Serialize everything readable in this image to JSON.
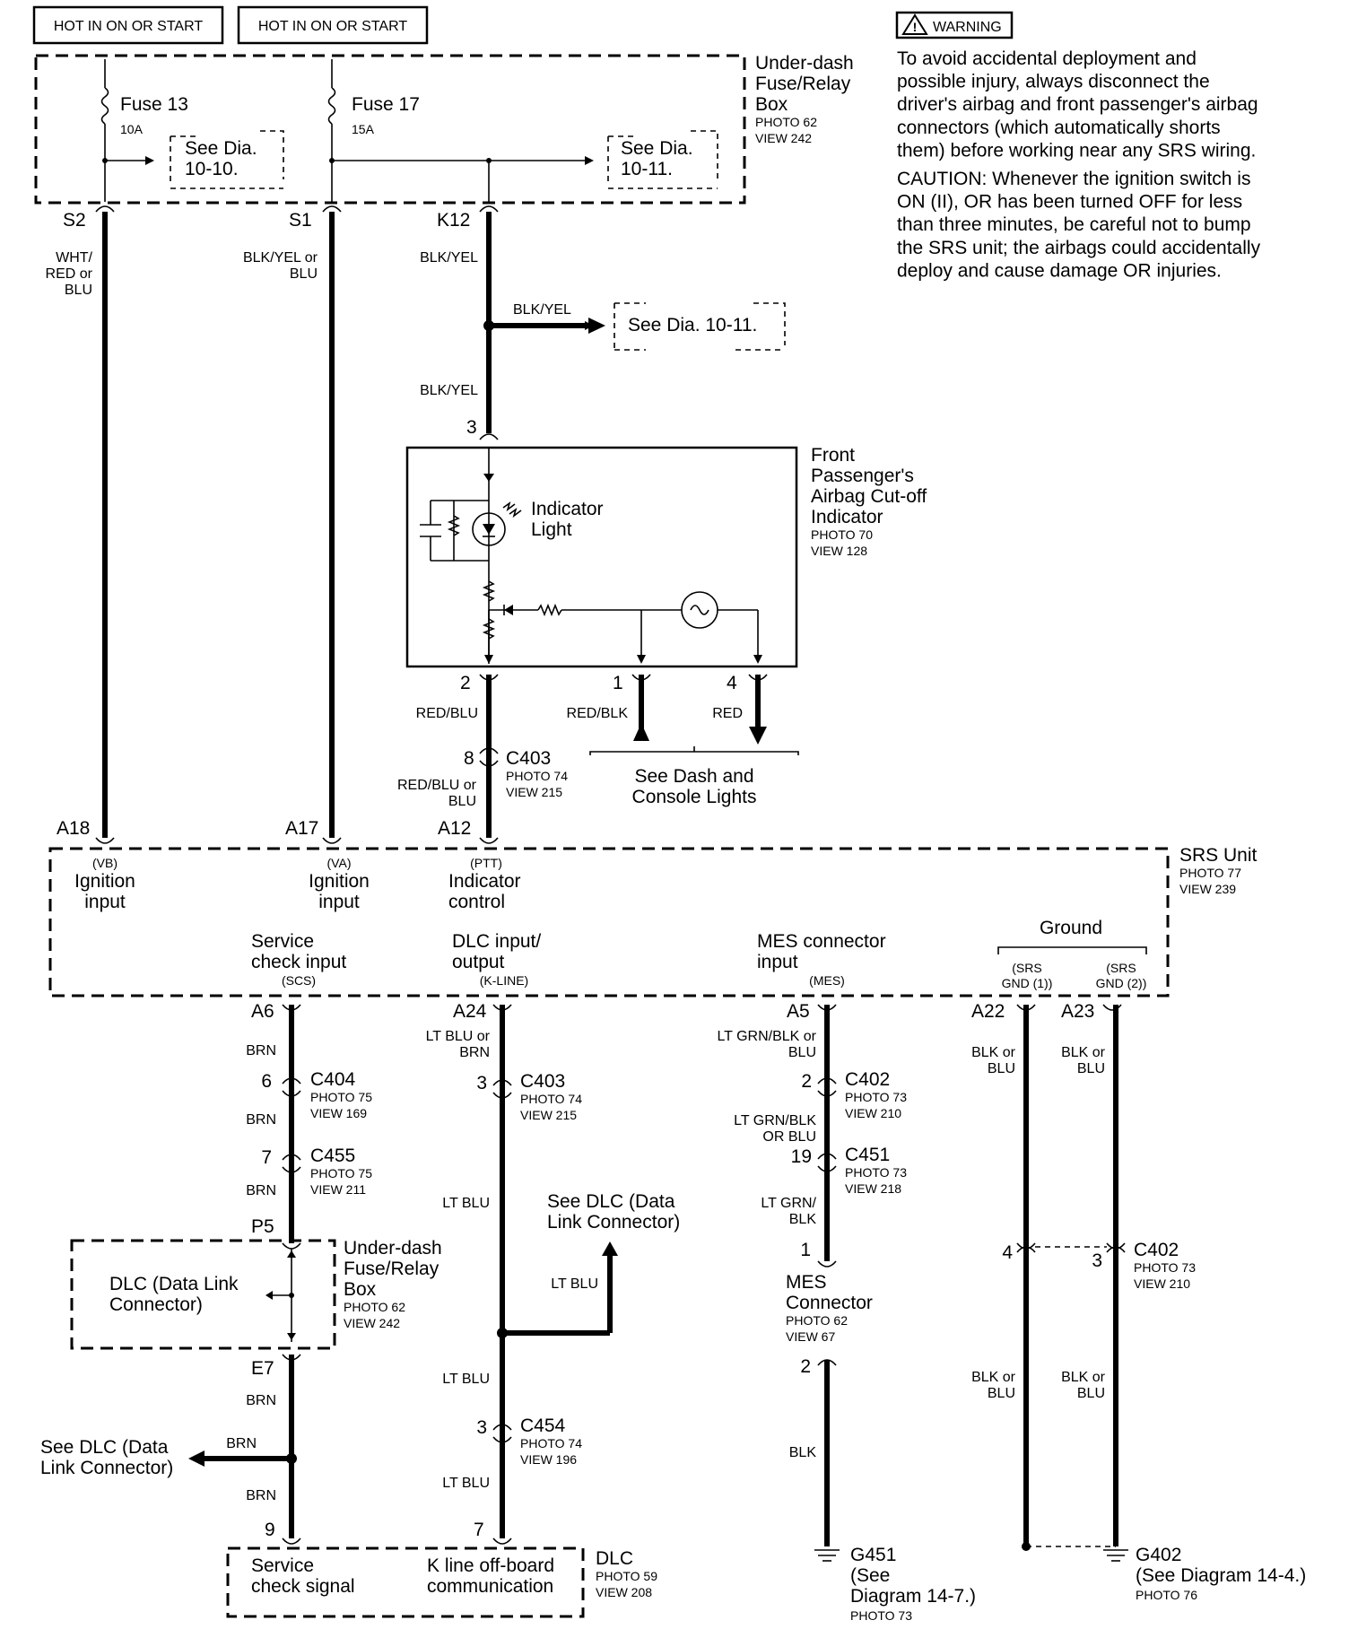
{
  "header": {
    "hot1": "HOT IN ON OR START",
    "hot2": "HOT IN ON OR START"
  },
  "warning": {
    "badge": "WARNING",
    "lines": [
      "To avoid accidental deployment and",
      "possible injury, always disconnect the",
      "driver's airbag and front passenger's airbag",
      "connectors (which automatically shorts",
      "them) before working near any SRS wiring."
    ],
    "caution": [
      "CAUTION: Whenever the ignition switch is",
      "ON (II), OR has been turned OFF for less",
      "than three minutes, be careful not to bump",
      "the SRS unit; the airbags could accidentally",
      "deploy and cause damage OR injuries."
    ]
  },
  "fusebox": {
    "name1": "Under-dash",
    "name2": "Fuse/Relay",
    "name3": "Box",
    "photo": "PHOTO 62",
    "view": "VIEW 242",
    "fuse13": "Fuse 13",
    "fuse13_amp": "10A",
    "fuse17": "Fuse 17",
    "fuse17_amp": "15A",
    "see1a": "See Dia.",
    "see1b": "10-10.",
    "see2a": "See Dia.",
    "see2b": "10-11."
  },
  "terminals": {
    "s2": "S2",
    "s1": "S1",
    "k12": "K12",
    "a18": "A18",
    "a17": "A17",
    "a12": "A12",
    "a6": "A6",
    "a24": "A24",
    "a5": "A5",
    "a22": "A22",
    "a23": "A23",
    "p5": "P5",
    "e7": "E7"
  },
  "wires": {
    "s2_a": "WHT/",
    "s2_b": "RED or",
    "s2_c": "BLU",
    "s1_a": "BLK/YEL or",
    "s1_b": "BLU",
    "k12": "BLK/YEL",
    "branch": "BLK/YEL",
    "to_ind": "BLK/YEL",
    "red_blu": "RED/BLU",
    "red_blk": "RED/BLK",
    "red": "RED",
    "c403_a": "RED/BLU or",
    "c403_b": "BLU",
    "brn1": "BRN",
    "brn2": "BRN",
    "brn3": "BRN",
    "brn4": "BRN",
    "brn5": "BRN",
    "brn6": "BRN",
    "ltblu_or_a": "LT BLU or",
    "ltblu_or_b": "BRN",
    "ltblu1": "LT BLU",
    "ltblu2": "LT BLU",
    "ltblu3": "LT BLU",
    "ltblu4": "LT BLU",
    "ltgrn1_a": "LT GRN/BLK or",
    "ltgrn1_b": "BLU",
    "ltgrn2_a": "LT GRN/BLK",
    "ltgrn2_b": "OR BLU",
    "ltgrn3_a": "LT GRN/",
    "ltgrn3_b": "BLK",
    "blk": "BLK",
    "gnd1_a": "BLK or",
    "gnd1_b": "BLU",
    "gnd2_a": "BLK or",
    "gnd2_b": "BLU",
    "gnd3_a": "BLK or",
    "gnd3_b": "BLU",
    "gnd4_a": "BLK or",
    "gnd4_b": "BLU"
  },
  "see_dia_branch": "See Dia. 10-11.",
  "indicator": {
    "pin3": "3",
    "pin2": "2",
    "pin1": "1",
    "pin4": "4",
    "light1": "Indicator",
    "light2": "Light",
    "name1": "Front",
    "name2": "Passenger's",
    "name3": "Airbag Cut-off",
    "name4": "Indicator",
    "photo": "PHOTO 70",
    "view": "VIEW 128"
  },
  "c403_top": {
    "pin": "8",
    "name": "C403",
    "photo": "PHOTO 74",
    "view": "VIEW 215"
  },
  "dash_lights": {
    "a": "See Dash and",
    "b": "Console Lights"
  },
  "srs": {
    "name": "SRS Unit",
    "photo": "PHOTO 77",
    "view": "VIEW 239",
    "vb": "(VB)",
    "ign1a": "Ignition",
    "ign1b": "input",
    "va": "(VA)",
    "ign2a": "Ignition",
    "ign2b": "input",
    "ptt": "(PTT)",
    "ind_a": "Indicator",
    "ind_b": "control",
    "svc_a": "Service",
    "svc_b": "check input",
    "scs": "(SCS)",
    "dlc_a": "DLC input/",
    "dlc_b": "output",
    "kline": "(K-LINE)",
    "mes_a": "MES connector",
    "mes_b": "input",
    "mes": "(MES)",
    "ground": "Ground",
    "g1a": "(SRS",
    "g1b": "GND (1))",
    "g2a": "(SRS",
    "g2b": "GND (2))"
  },
  "connectors": {
    "c404": {
      "pin": "6",
      "name": "C404",
      "photo": "PHOTO 75",
      "view": "VIEW 169"
    },
    "c455": {
      "pin": "7",
      "name": "C455",
      "photo": "PHOTO 75",
      "view": "VIEW 211"
    },
    "c403b": {
      "pin": "3",
      "name": "C403",
      "photo": "PHOTO 74",
      "view": "VIEW 215"
    },
    "c454": {
      "pin": "3",
      "name": "C454",
      "photo": "PHOTO 74",
      "view": "VIEW 196"
    },
    "c402a": {
      "pin": "2",
      "name": "C402",
      "photo": "PHOTO 73",
      "view": "VIEW 210"
    },
    "c451": {
      "pin": "19",
      "name": "C451",
      "photo": "PHOTO 73",
      "view": "VIEW 218"
    },
    "c402b": {
      "pin4": "4",
      "pin3": "3",
      "name": "C402",
      "photo": "PHOTO 73",
      "view": "VIEW 210"
    }
  },
  "dlc_box": {
    "a": "DLC (Data Link",
    "b": "Connector)",
    "n1": "Under-dash",
    "n2": "Fuse/Relay",
    "n3": "Box",
    "photo": "PHOTO 62",
    "view": "VIEW 242"
  },
  "see_dlc_mid": {
    "a": "See DLC (Data",
    "b": "Link Connector)"
  },
  "see_dlc_left": {
    "a": "See DLC (Data",
    "b": "Link Connector)"
  },
  "mes_conn": {
    "pin1": "1",
    "pin2": "2",
    "a": "MES",
    "b": "Connector",
    "photo": "PHOTO 62",
    "view": "VIEW 67"
  },
  "dlc_bottom": {
    "pin9": "9",
    "pin7": "7",
    "svc_a": "Service",
    "svc_b": "check signal",
    "k_a": "K line off-board",
    "k_b": "communication",
    "name": "DLC",
    "photo": "PHOTO 59",
    "view": "VIEW 208"
  },
  "g451": {
    "name": "G451",
    "a": "(See",
    "b": "Diagram 14-7.)",
    "photo": "PHOTO 73"
  },
  "g402": {
    "name": "G402",
    "a": "(See Diagram 14-4.)",
    "photo": "PHOTO 76"
  }
}
